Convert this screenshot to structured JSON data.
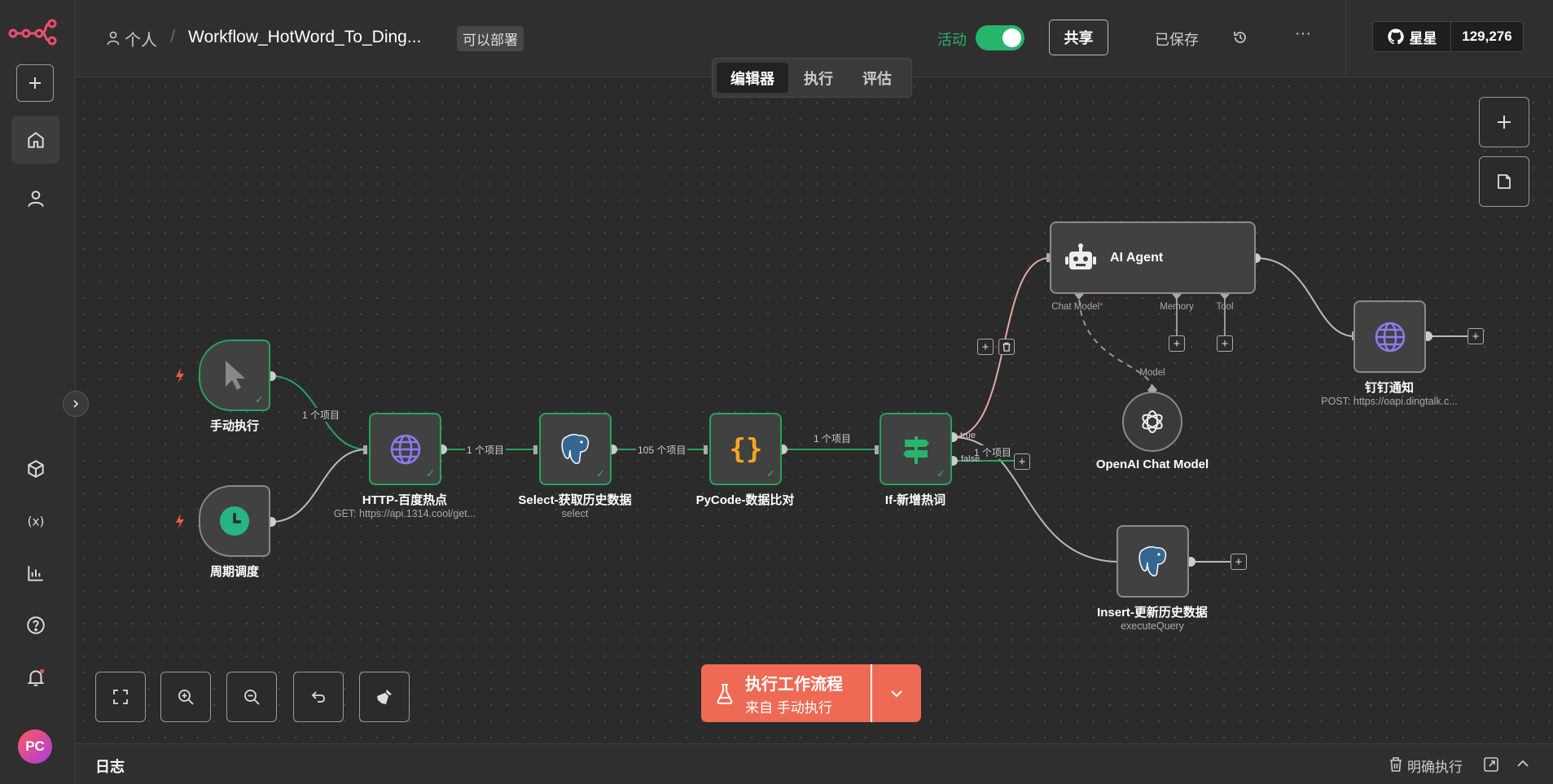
{
  "header": {
    "breadcrumb_owner": "个人",
    "breadcrumb_sep": "/",
    "workflow_name": "Workflow_HotWord_To_Ding...",
    "deploy_badge": "可以部署",
    "active_label": "活动",
    "share_label": "共享",
    "saved_label": "已保存",
    "more_label": "···",
    "github_label": "星星",
    "github_count": "129,276"
  },
  "tabs": [
    {
      "label": "编辑器",
      "active": true
    },
    {
      "label": "执行",
      "active": false
    },
    {
      "label": "评估",
      "active": false
    }
  ],
  "nodes": {
    "manual": {
      "label": "手动执行"
    },
    "schedule": {
      "label": "周期调度"
    },
    "http": {
      "label": "HTTP-百度热点",
      "sub": "GET: https://api.1314.cool/get..."
    },
    "select": {
      "label": "Select-获取历史数据",
      "sub": "select"
    },
    "pycode": {
      "label": "PyCode-数据比对"
    },
    "if": {
      "label": "If-新增热词",
      "true_label": "true",
      "false_label": "false"
    },
    "agent": {
      "label": "AI Agent",
      "port_chat": "Chat Model",
      "port_chat_req": "*",
      "port_memory": "Memory",
      "port_tool": "Tool"
    },
    "openai": {
      "label": "OpenAI Chat Model",
      "port_model": "Model"
    },
    "insert": {
      "label": "Insert-更新历史数据",
      "sub": "executeQuery"
    },
    "dingding": {
      "label": "钉钉通知",
      "sub": "POST: https://oapi.dingtalk.c..."
    }
  },
  "edges": {
    "e1": "1 个项目",
    "e2": "1 个项目",
    "e3": "105 个项目",
    "e4": "1 个项目",
    "e5": "1 个项目"
  },
  "run_button": {
    "title": "执行工作流程",
    "subtitle": "来自 手动执行"
  },
  "footer": {
    "logs_label": "日志",
    "clear_label": "明确执行"
  },
  "user": {
    "initials": "PC"
  },
  "colors": {
    "accent": "#ee6a55",
    "success": "#27b56b",
    "background": "#2b2b2b"
  }
}
